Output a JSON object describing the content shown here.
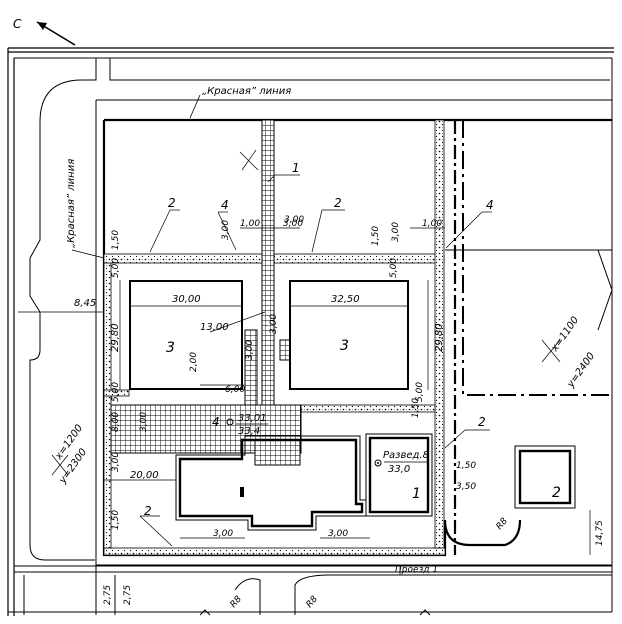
{
  "labels": {
    "red_line_top": "„Красная” линия",
    "red_line_left": "„Красная” линия",
    "north": "С",
    "passage": "Проезд 1",
    "well": "Развед.8",
    "well_elev": "33,0",
    "elev_top": "33,01",
    "elev_bottom": "33,4",
    "coord_x1": "x=1200",
    "coord_y1": "y=2300",
    "coord_x2": "x=1100",
    "coord_y2": "y=2400"
  },
  "markers": {
    "one_top": "1",
    "one_bldg": "1",
    "two_a": "2",
    "two_b": "2",
    "two_c": "2",
    "two_d": "2",
    "two_e": "2",
    "three_a": "3",
    "three_b": "3",
    "four_a": "4",
    "four_b": "4",
    "four_c": "4"
  },
  "dims": {
    "d_100a": "1,00",
    "d_300a": "3,00",
    "d_300b": "3,00",
    "d_150a": "1,50",
    "d_300c": "3,00",
    "d_100b": "1,00",
    "d_150b": "1,50",
    "d_300d": "3,00",
    "d_500a": "5,00",
    "d_500b": "5,00",
    "d_845": "8,45",
    "d_3000": "30,00",
    "d_3250": "32,50",
    "d_2980a": "29,80",
    "d_2980b": "29,80",
    "d_1300": "13,00",
    "d_300e": "3,00",
    "d_200": "2,00",
    "d_300f": "3,00",
    "d_600": "6,00",
    "d_500c": "5,00",
    "d_500d": "5,00",
    "d_800": "8,00",
    "d_300g": "3,00",
    "d_300h": "3,00",
    "d_2000": "20,00",
    "d_150c": "1,50",
    "d_350": "3,50",
    "d_150d": "1,50",
    "d_300i": "3,00",
    "d_300j": "3,00",
    "d_1475": "14,75",
    "d_275a": "2,75",
    "d_275b": "2,75",
    "r8a": "R8",
    "r8b": "R8",
    "r8c": "R8",
    "d_150e": "1,50"
  },
  "colors": {
    "ink": "#000000",
    "paper": "#ffffff"
  }
}
